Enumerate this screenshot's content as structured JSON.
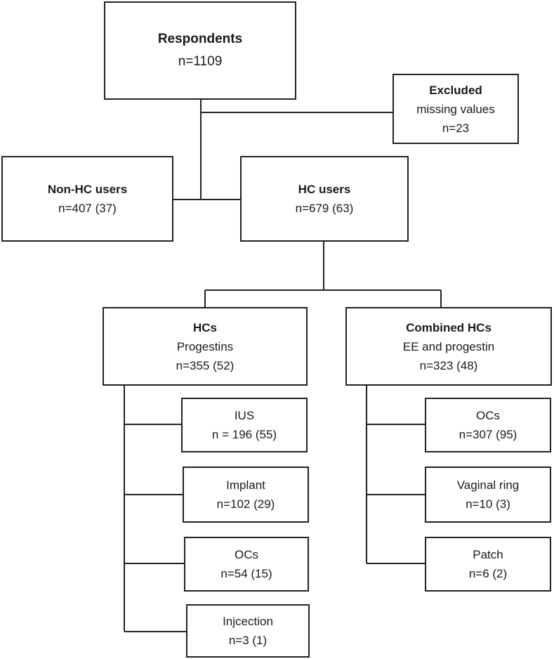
{
  "boxes": {
    "respondents": {
      "title": "Respondents",
      "lines": [
        "n=1109"
      ]
    },
    "excluded": {
      "title": "Excluded",
      "lines": [
        "missing values",
        "n=23"
      ]
    },
    "non_hc": {
      "title": "Non-HC users",
      "lines": [
        "n=407 (37)"
      ]
    },
    "hc_users": {
      "title": "HC users",
      "lines": [
        "n=679 (63)"
      ]
    },
    "hcs": {
      "title": "HCs",
      "lines": [
        "Progestins",
        "n=355 (52)"
      ]
    },
    "combined": {
      "title": "Combined HCs",
      "lines": [
        "EE and progestin",
        "n=323 (48)"
      ]
    },
    "ius": {
      "title": "",
      "lines": [
        "IUS",
        "n = 196 (55)"
      ]
    },
    "implant": {
      "title": "",
      "lines": [
        "Implant",
        "n=102 (29)"
      ]
    },
    "ocs_prog": {
      "title": "",
      "lines": [
        "OCs",
        "n=54 (15)"
      ]
    },
    "injection": {
      "title": "",
      "lines": [
        "Injcection",
        "n=3 (1)"
      ]
    },
    "ocs_comb": {
      "title": "",
      "lines": [
        "OCs",
        "n=307 (95)"
      ]
    },
    "vaginal_ring": {
      "title": "",
      "lines": [
        "Vaginal ring",
        "n=10 (3)"
      ]
    },
    "patch": {
      "title": "",
      "lines": [
        "Patch",
        "n=6 (2)"
      ]
    }
  }
}
